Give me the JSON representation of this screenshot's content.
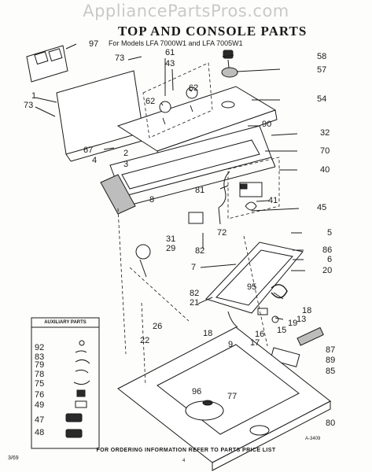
{
  "watermark": "AppliancePartsPros.com",
  "title": "TOP AND CONSOLE PARTS",
  "subtitle": "For Models LFA 7000W1 and LFA 7005W1",
  "auxiliary_title": "AUXILIARY PARTS",
  "footer": "FOR ORDERING INFORMATION REFER TO PARTS PRICE LIST",
  "doc_id": "3/69",
  "diagram_id": "A-3409",
  "page_marker": "4",
  "part_numbers": [
    "97",
    "73",
    "61",
    "43",
    "58",
    "57",
    "1",
    "73",
    "62",
    "62",
    "54",
    "90",
    "32",
    "67",
    "2",
    "4",
    "3",
    "70",
    "40",
    "81",
    "41",
    "8",
    "31",
    "72",
    "45",
    "29",
    "82",
    "5",
    "86",
    "6",
    "7",
    "20",
    "95",
    "82",
    "21",
    "18",
    "13",
    "19",
    "15",
    "26",
    "18",
    "16",
    "17",
    "22",
    "9",
    "87",
    "89",
    "85",
    "96",
    "77",
    "80",
    "92",
    "83",
    "79",
    "78",
    "75",
    "76",
    "49",
    "47",
    "48"
  ]
}
